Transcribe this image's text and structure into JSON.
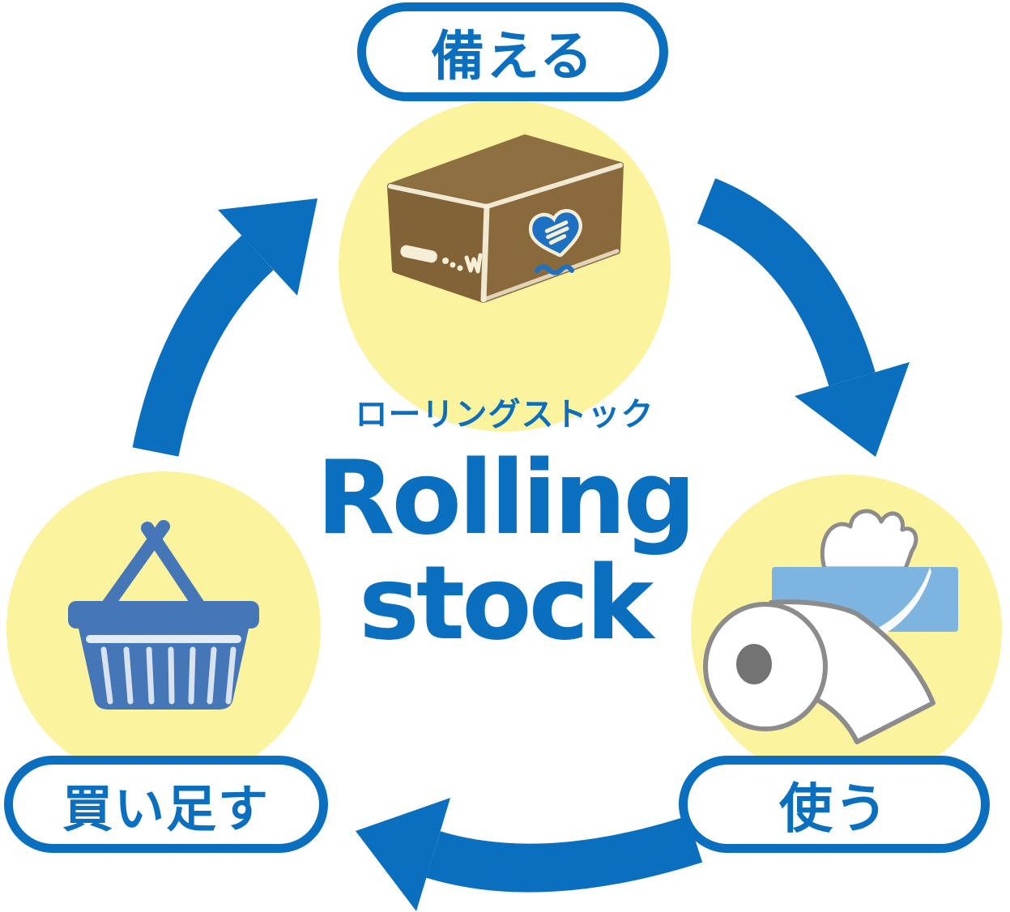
{
  "diagram": {
    "title_kana": "ローリングストック",
    "title_en_line1": "Rolling",
    "title_en_line2": "stock",
    "steps": [
      {
        "id": "prepare",
        "label": "備える",
        "icon": "cardboard-box-icon"
      },
      {
        "id": "use",
        "label": "使う",
        "icon": "toilet-paper-and-tissue-icon"
      },
      {
        "id": "restock",
        "label": "買い足す",
        "icon": "shopping-basket-icon"
      }
    ],
    "flow": [
      "備える → 使う",
      "使う → 買い足す",
      "買い足す → 備える"
    ],
    "colors": {
      "primary_blue": "#0A6FBE",
      "circle_yellow": "#FBF39E",
      "box_brown": "#8A6A3C",
      "basket_blue": "#4577B8",
      "tissue_box_blue": "#7EB4E0",
      "outline_gray": "#8C8C8C",
      "background": "#FFFFFF"
    }
  }
}
